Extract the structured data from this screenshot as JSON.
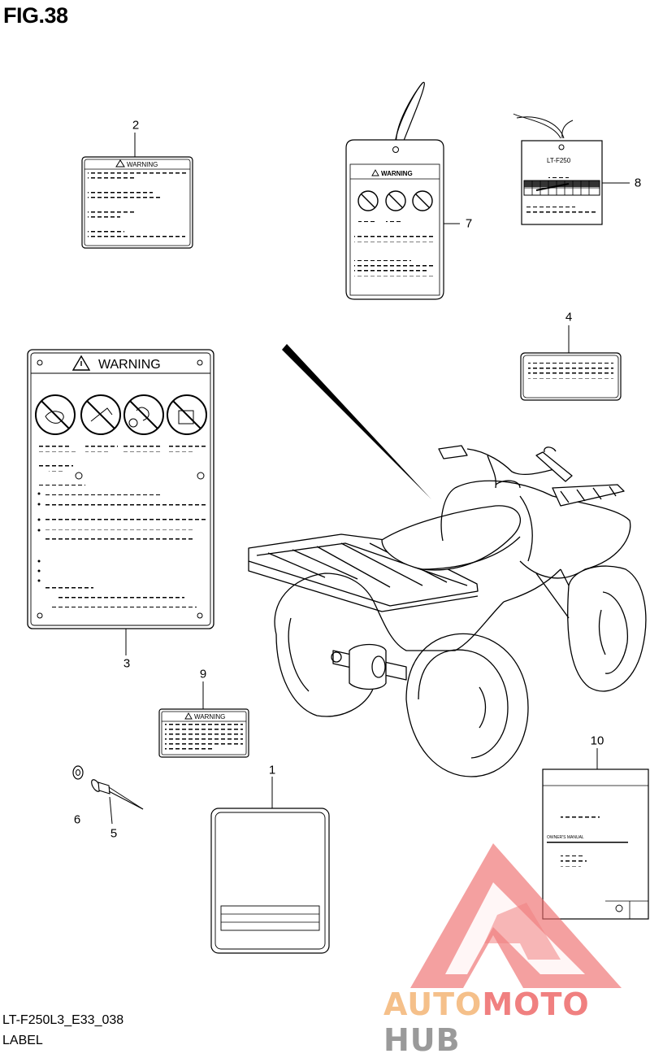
{
  "figure": {
    "title": "FIG.38",
    "code": "LT-F250L3_E33_038",
    "caption": "LABEL"
  },
  "callouts": [
    "1",
    "2",
    "3",
    "4",
    "5",
    "6",
    "7",
    "8",
    "9",
    "10"
  ],
  "labels": {
    "warning_text": "WARNING",
    "model_text": "LT-F250",
    "manual_title": "OWNER'S MANUAL"
  },
  "watermark": {
    "part1": "AUTO",
    "part2": "MOTO",
    "part3": "HUB",
    "colors": {
      "auto": "#f5c08a",
      "moto": "#f08080",
      "hub": "#9a9a9a",
      "logo": "#ee6b6b"
    }
  }
}
